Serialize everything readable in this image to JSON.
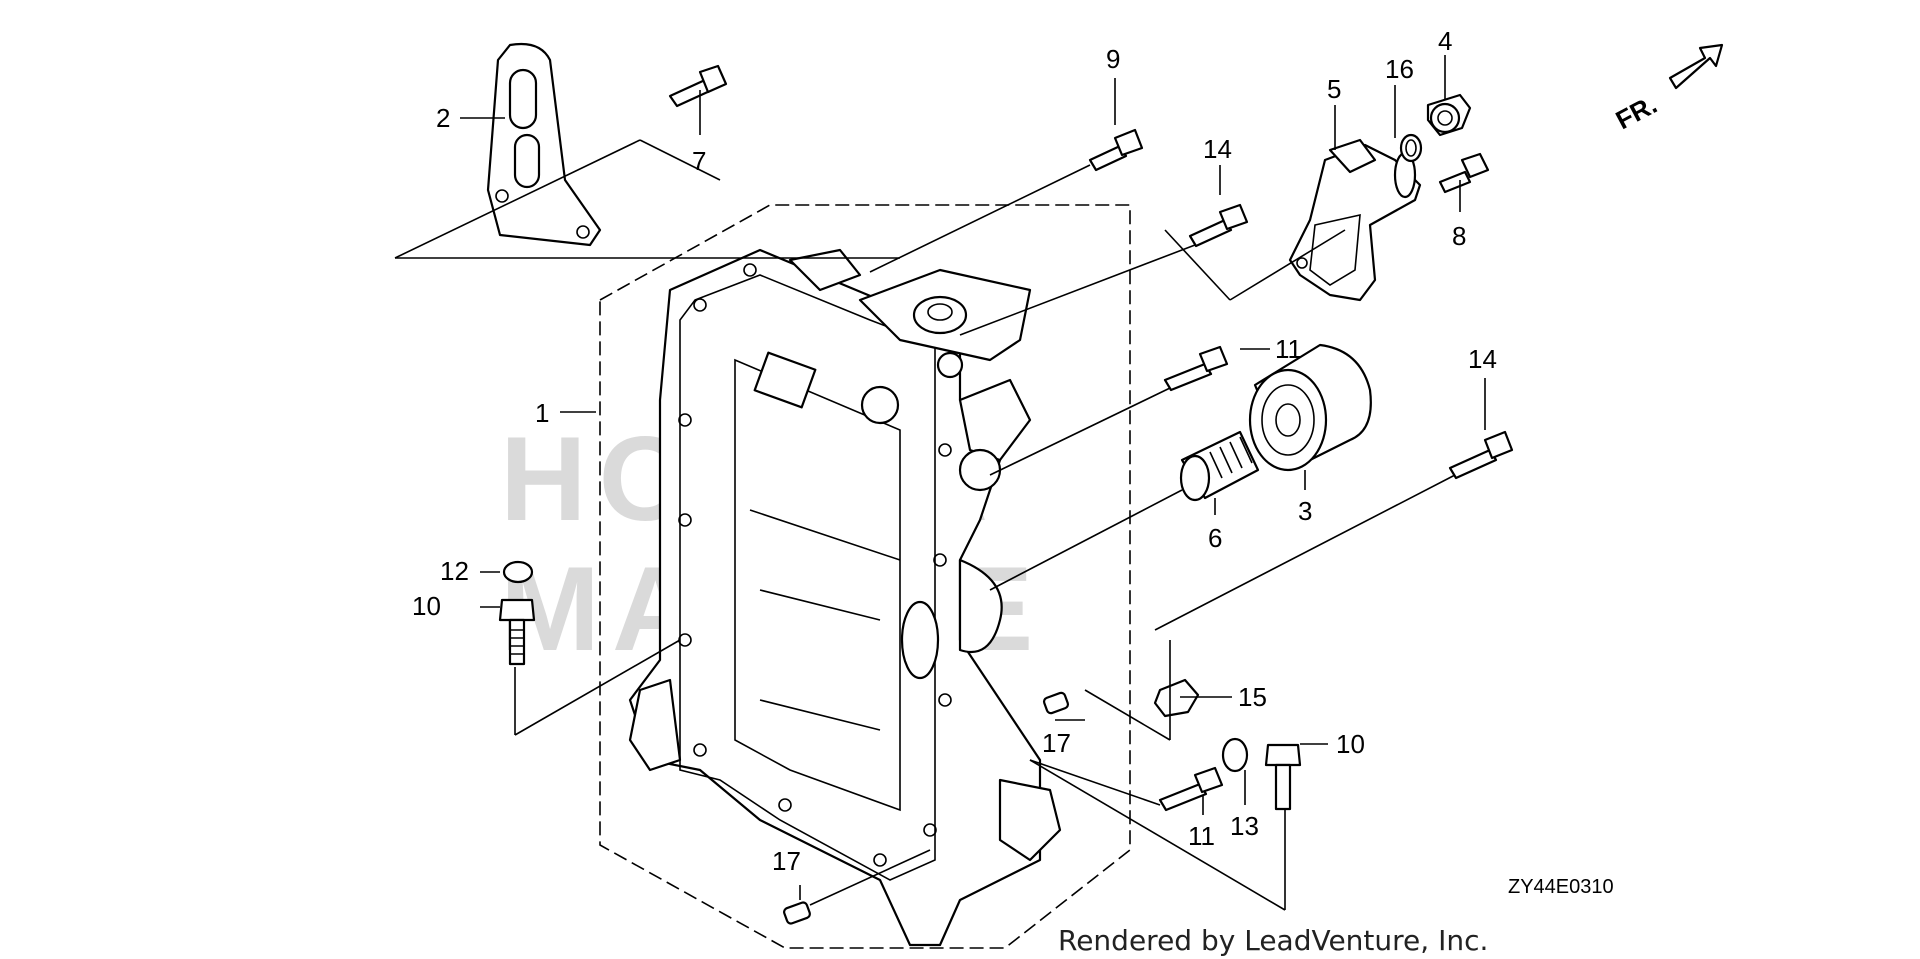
{
  "watermark": {
    "line1": "HONDA",
    "line2": "MARINE"
  },
  "direction_indicator": {
    "label": "FR."
  },
  "diagram_code": "ZY44E0310",
  "credit": "Rendered by LeadVenture, Inc.",
  "callouts": {
    "c1": "1",
    "c2": "2",
    "c3": "3",
    "c4": "4",
    "c5": "5",
    "c6": "6",
    "c7": "7",
    "c8": "8",
    "c9": "9",
    "c10a": "10",
    "c10b": "10",
    "c11a": "11",
    "c11b": "11",
    "c12": "12",
    "c13": "13",
    "c14a": "14",
    "c14b": "14",
    "c15": "15",
    "c16": "16",
    "c17a": "17",
    "c17b": "17"
  }
}
